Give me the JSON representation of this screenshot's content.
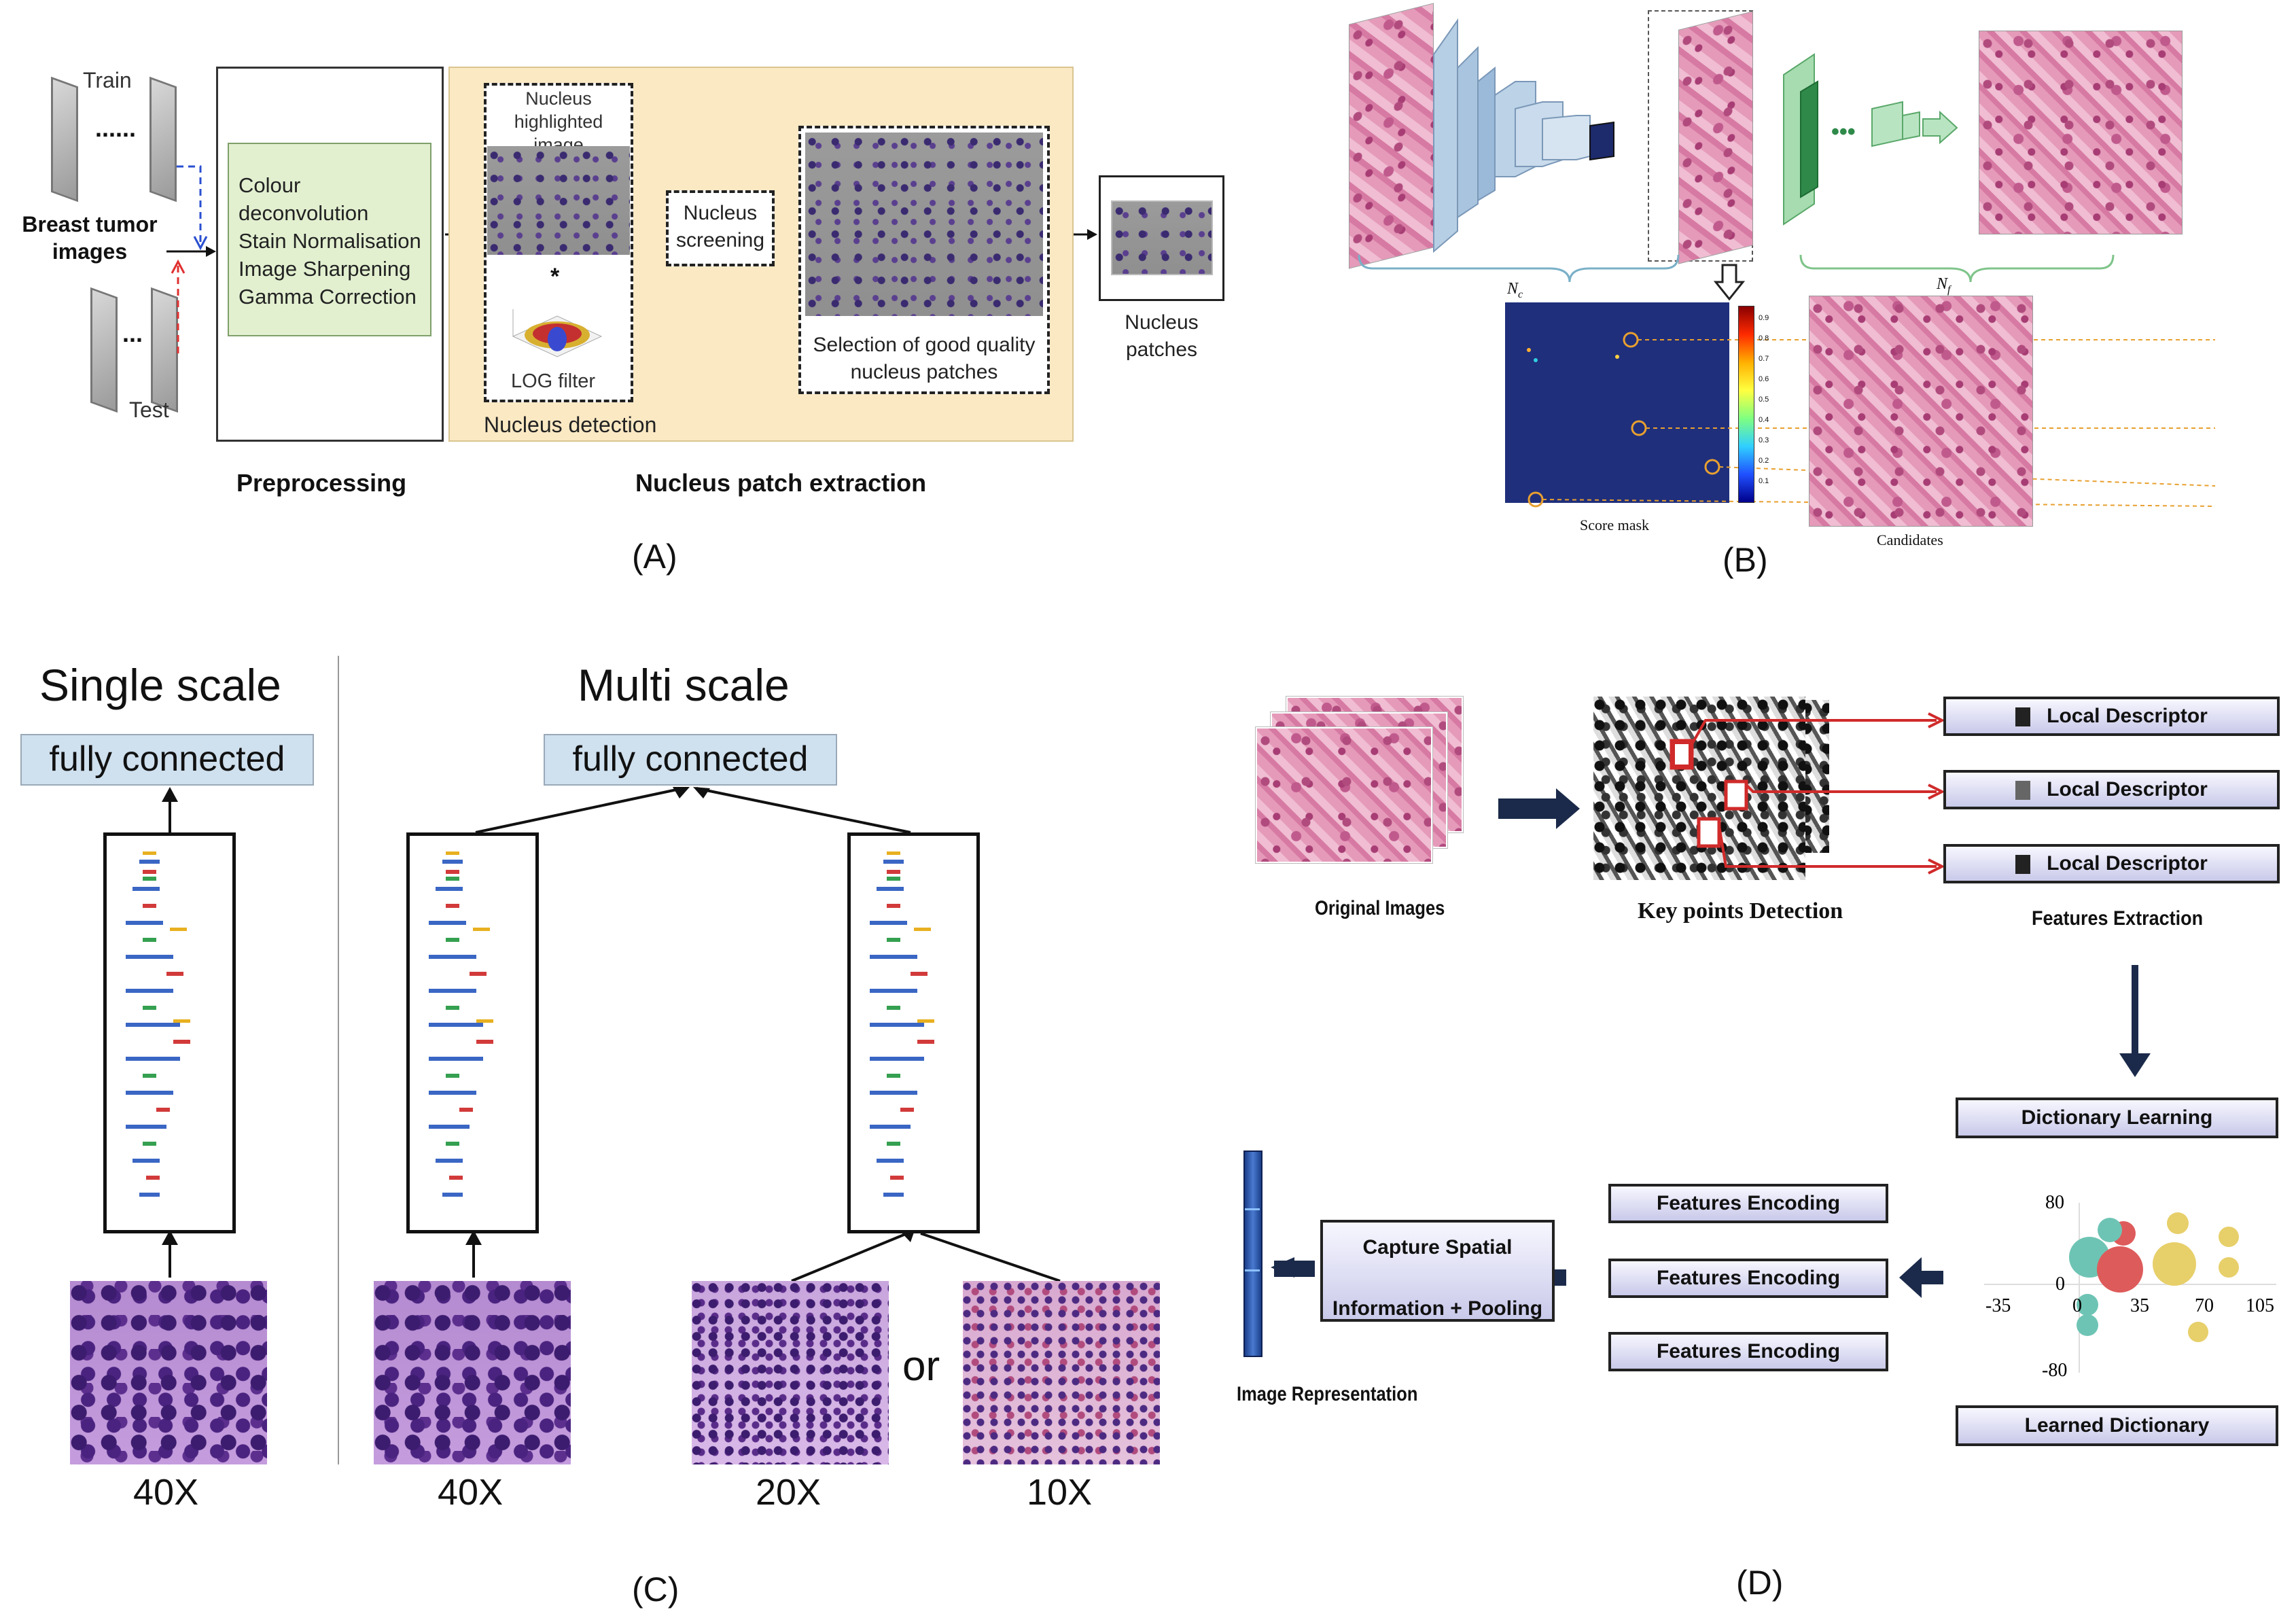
{
  "panel_a": {
    "label": "(A)",
    "train": "Train",
    "dots": "......",
    "test_dots": "...",
    "test": "Test",
    "input": "Breast tumor images",
    "preprocessing_steps": [
      "Colour deconvolution",
      "Stain Normalisation",
      "Image Sharpening",
      "Gamma Correction"
    ],
    "nucleus_highlighted": "Nucleus highlighted image",
    "star": "*",
    "log_filter": "LOG filter",
    "nucleus_detection": "Nucleus detection",
    "nucleus_screening": "Nucleus screening",
    "selection": "Selection of  good quality nucleus patches",
    "nucleus_patches": "Nucleus patches",
    "preprocessing": "Preprocessing",
    "patch_extraction": "Nucleus patch extraction",
    "colors": {
      "yellow_bg": "#fbe9c4",
      "green_box": "#e2f0d0",
      "dashed_blue": "#2a4fd0",
      "dashed_red": "#e03030"
    }
  },
  "panel_b": {
    "label": "(B)",
    "nc": "N",
    "nc_sub": "c",
    "nf": "N",
    "nf_sub": "f",
    "score_mask": "Score mask",
    "candidates": "Candidates",
    "colorbar_ticks": [
      "0.9",
      "0.8",
      "0.7",
      "0.6",
      "0.5",
      "0.4",
      "0.3",
      "0.2",
      "0.1"
    ]
  },
  "panel_c": {
    "label": "(C)",
    "single_title": "Single scale",
    "multi_title": "Multi scale",
    "fc": "fully connected",
    "mag_40": "40X",
    "mag_20": "20X",
    "mag_10": "10X",
    "or": "or"
  },
  "panel_d": {
    "label": "(D)",
    "original_images": "Original Images",
    "keypoints": "Key points Detection",
    "local_descriptor": "Local Descriptor",
    "features_extraction": "Features Extraction",
    "dictionary_learning": "Dictionary Learning",
    "features_encoding": "Features Encoding",
    "capture_line1": "Capture Spatial",
    "capture_line2": "Information + Pooling",
    "image_representation": "Image Representation",
    "learned_dictionary": "Learned Dictionary",
    "bubble_y_ticks": [
      "80",
      "0",
      "-80"
    ],
    "bubble_x_ticks": [
      "-35",
      "0",
      "35",
      "70",
      "105"
    ],
    "colors": {
      "navy": "#1b2a4a",
      "bubble_teal": "#6ec4b4",
      "bubble_red": "#de5b5b",
      "bubble_yellow": "#e7cf6a"
    }
  }
}
